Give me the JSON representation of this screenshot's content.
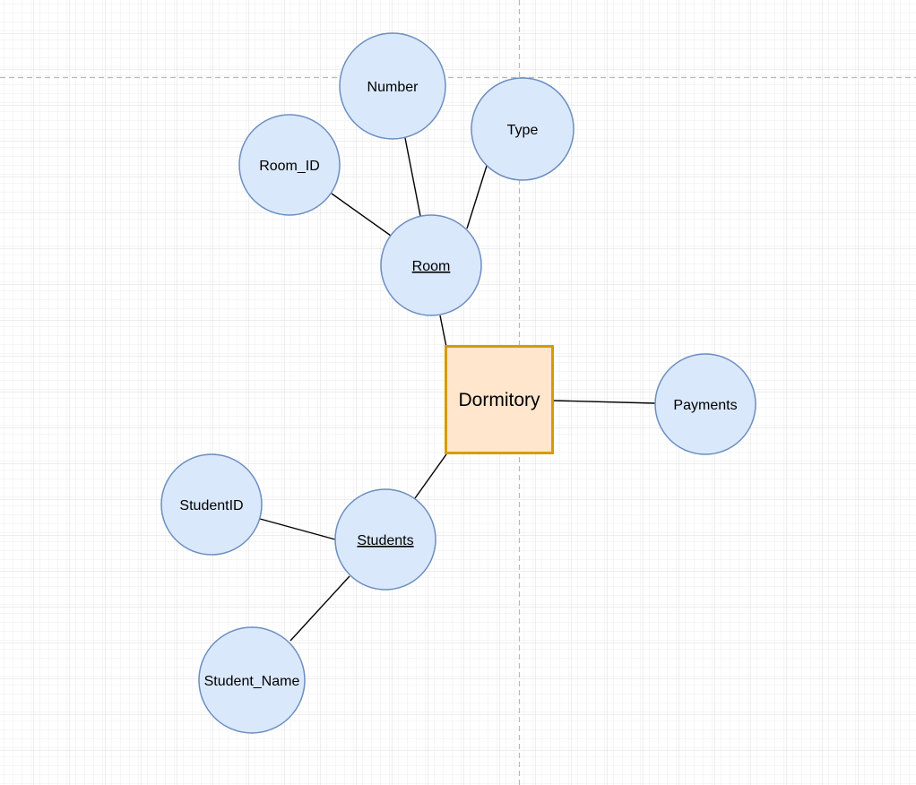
{
  "diagram": {
    "colors": {
      "attribute_fill": "#dae8fc",
      "attribute_stroke": "#6c8ebf",
      "entity_fill": "#ffe6cc",
      "entity_stroke": "#d79b00",
      "edge": "#000000",
      "grid_minor": "#eeeeee",
      "grid_major": "#dddddd",
      "page_break": "#b8b8b8"
    },
    "entity": {
      "label": "Dormitory"
    },
    "nodes": {
      "number": {
        "label": "Number",
        "underline": false
      },
      "type": {
        "label": "Type",
        "underline": false
      },
      "room_id": {
        "label": "Room_ID",
        "underline": false
      },
      "room": {
        "label": "Room",
        "underline": true
      },
      "payments": {
        "label": "Payments",
        "underline": false
      },
      "studentid": {
        "label": "StudentID",
        "underline": false
      },
      "students": {
        "label": "Students",
        "underline": true
      },
      "student_name": {
        "label": "Student_Name",
        "underline": false
      }
    },
    "edges": [
      [
        "room",
        "room_id"
      ],
      [
        "room",
        "number"
      ],
      [
        "room",
        "type"
      ],
      [
        "room",
        "dormitory"
      ],
      [
        "dormitory",
        "payments"
      ],
      [
        "dormitory",
        "students"
      ],
      [
        "students",
        "studentid"
      ],
      [
        "students",
        "student_name"
      ]
    ]
  }
}
